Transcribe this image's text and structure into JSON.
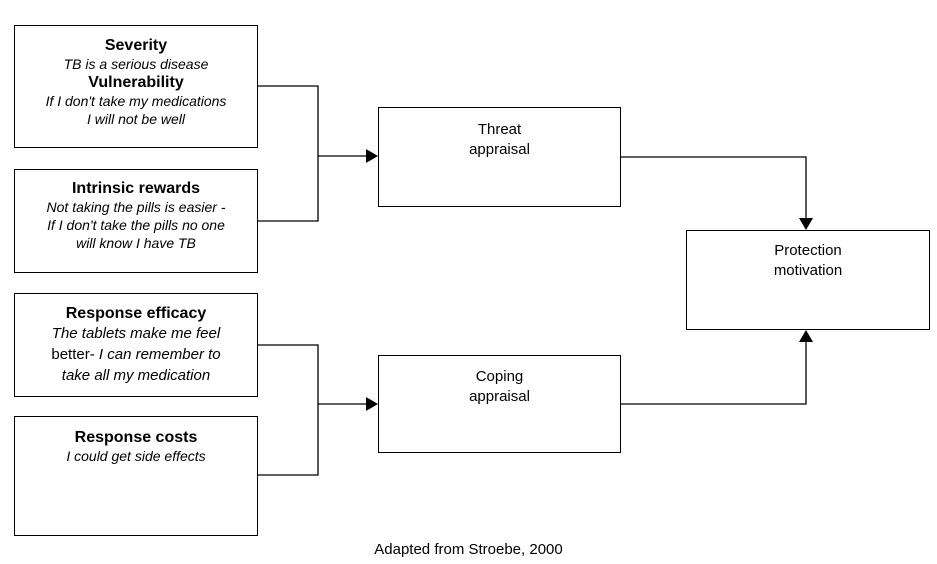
{
  "factors": {
    "severity": {
      "title": "Severity",
      "text": "TB is a serious disease"
    },
    "vulnerability": {
      "title": "Vulnerability",
      "text": "If I don't take my medications\nI will not be well"
    },
    "intrinsic_rewards": {
      "title": "Intrinsic rewards",
      "text": "Not taking the pills is easier  -\nIf I don't take the pills no one\nwill know I have TB"
    },
    "response_efficacy": {
      "title": "Response efficacy",
      "text_a": "The tablets make me feel",
      "text_b_plain": "better- ",
      "text_b_italic": "I can remember to",
      "text_c": "take all my medication"
    },
    "response_costs": {
      "title": "Response costs",
      "text": "I could get side effects"
    }
  },
  "appraisals": {
    "threat": "Threat\nappraisal",
    "coping": "Coping\nappraisal"
  },
  "outcome": "Protection\nmotivation",
  "caption": "Adapted from Stroebe, 2000",
  "colors": {
    "line": "#000000",
    "background": "#ffffff"
  }
}
